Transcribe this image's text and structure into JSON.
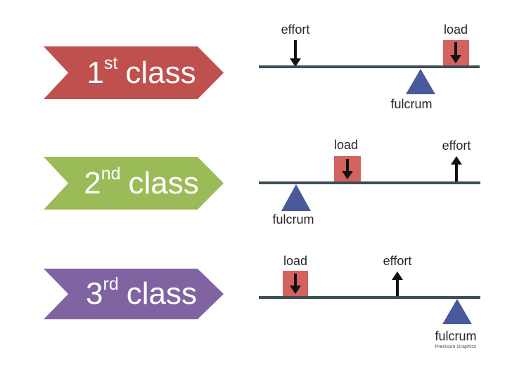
{
  "banners": [
    {
      "number": "1",
      "ordinal": "st",
      "label": "class",
      "color": "#c0504d"
    },
    {
      "number": "2",
      "ordinal": "nd",
      "label": "class",
      "color": "#9bbb59"
    },
    {
      "number": "3",
      "ordinal": "rd",
      "label": "class",
      "color": "#8064a2"
    }
  ],
  "diagrams": [
    {
      "name": "first-class-lever",
      "effort_label": "effort",
      "load_label": "load",
      "fulcrum_label": "fulcrum"
    },
    {
      "name": "second-class-lever",
      "effort_label": "effort",
      "load_label": "load",
      "fulcrum_label": "fulcrum"
    },
    {
      "name": "third-class-lever",
      "effort_label": "effort",
      "load_label": "load",
      "fulcrum_label": "fulcrum"
    }
  ],
  "credit": "Precision Graphics",
  "colors": {
    "banner_red": "#c0504d",
    "banner_green": "#9bbb59",
    "banner_purple": "#8064a2",
    "beam": "#3e4e58",
    "load_box": "#d4625e",
    "fulcrum_triangle": "#49599a",
    "arrow": "#121212",
    "banner_text": "#ffffff"
  }
}
